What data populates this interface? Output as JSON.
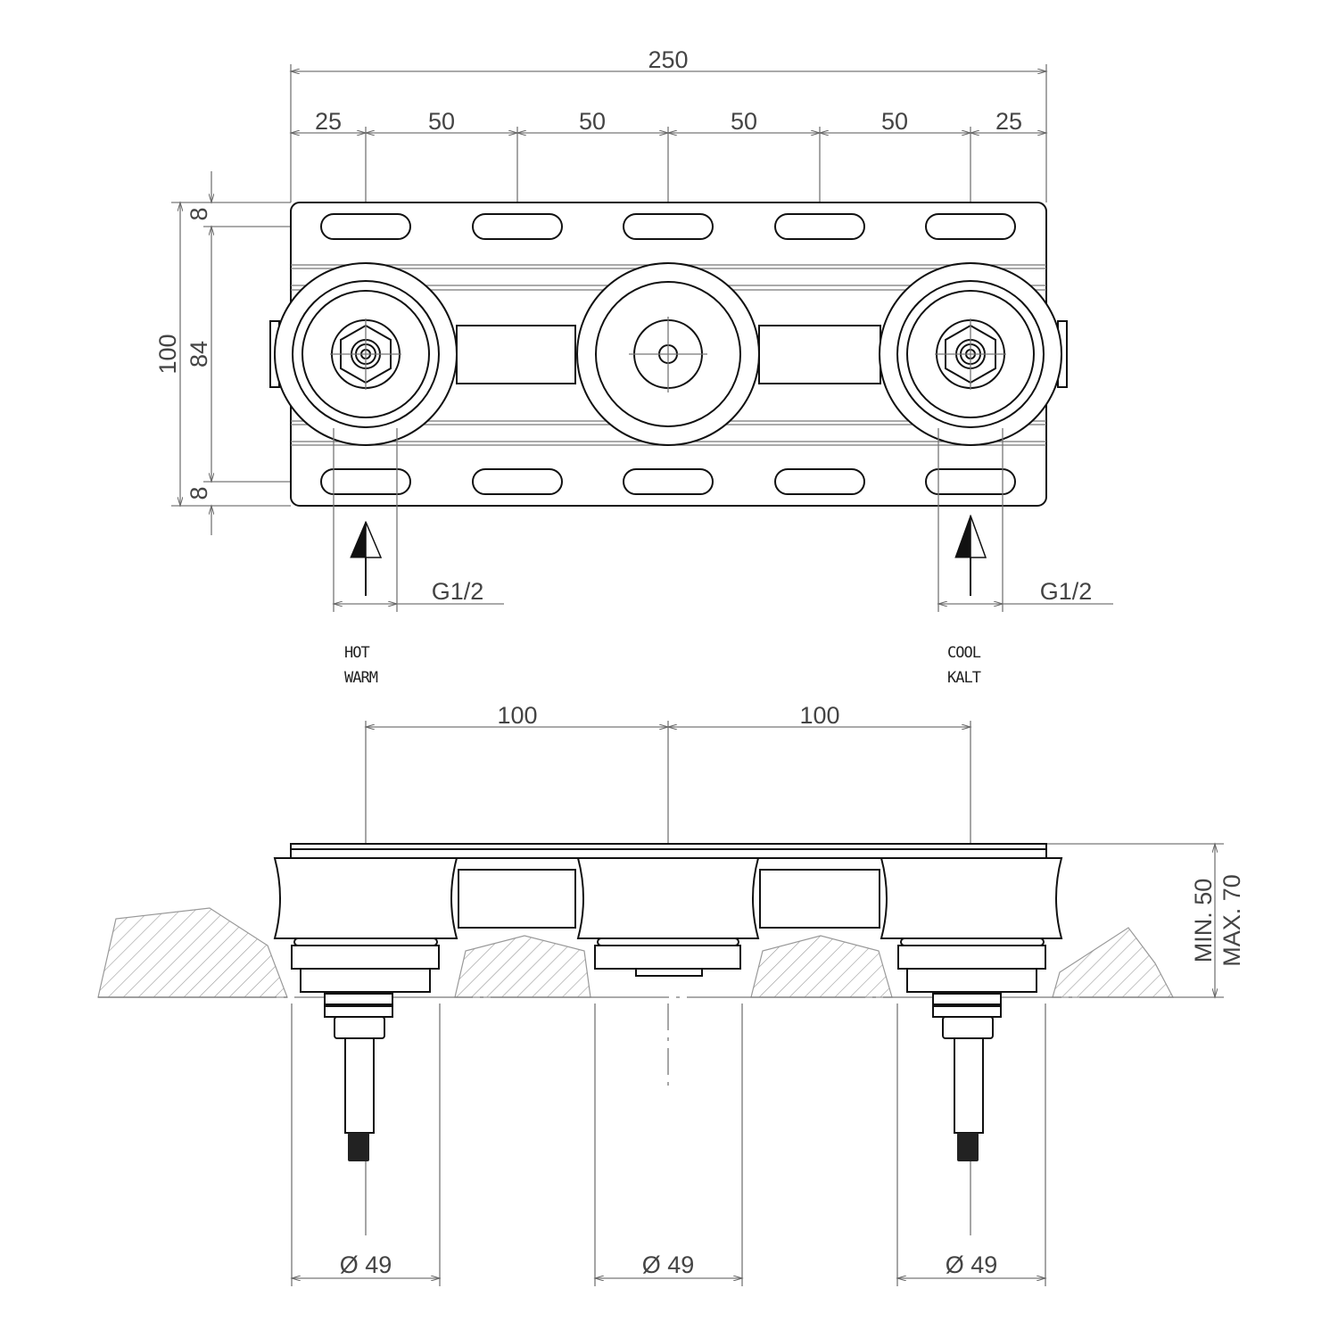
{
  "top_view": {
    "overall_width": "250",
    "spacing": [
      "25",
      "50",
      "50",
      "50",
      "50",
      "25"
    ],
    "height_total": "100",
    "height_inner": "84",
    "edge_top": "8",
    "edge_bottom": "8",
    "thread_left": "G1/2",
    "thread_right": "G1/2",
    "hot_label": [
      "HOT",
      "WARM"
    ],
    "cold_label": [
      "COOL",
      "KALT"
    ]
  },
  "side_view": {
    "spacing": [
      "100",
      "100"
    ],
    "depth_min": "MIN. 50",
    "depth_max": "MAX. 70",
    "diameters": [
      "Ø 49",
      "Ø 49",
      "Ø 49"
    ]
  }
}
